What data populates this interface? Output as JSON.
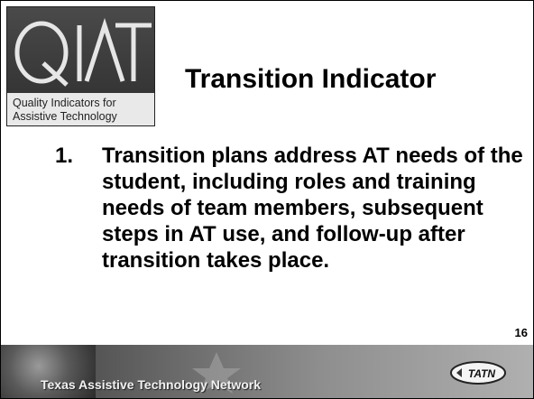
{
  "logo": {
    "mark_text": "QIAT",
    "caption_line1": "Quality Indicators for",
    "caption_line2": "Assistive Technology"
  },
  "slide": {
    "title": "Transition Indicator",
    "item_number": "1.",
    "item_text": "Transition plans address AT needs of the student, including roles and training needs of team members, subsequent steps in AT use, and follow-up after transition takes place.",
    "page_number": "16"
  },
  "footer": {
    "network_name": "Texas Assistive Technology Network",
    "badge_text": "TATN"
  }
}
